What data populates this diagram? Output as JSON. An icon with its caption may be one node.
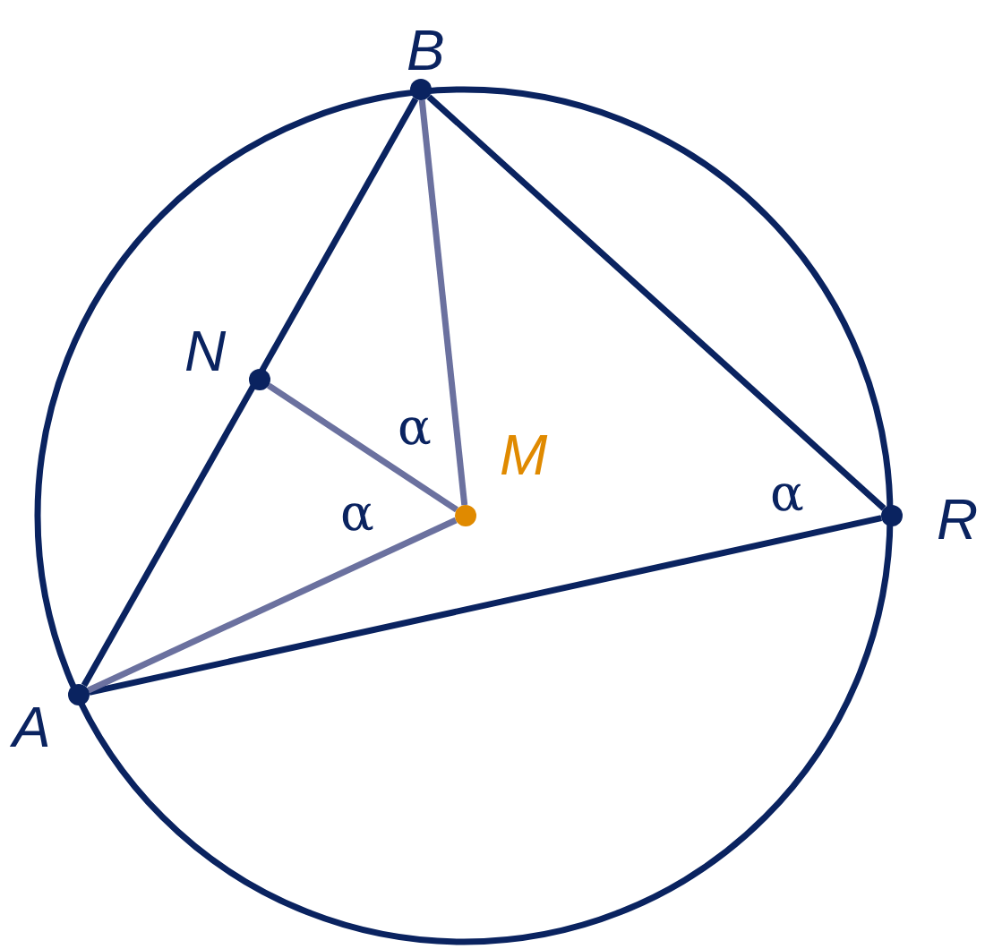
{
  "diagram": {
    "nodes": [
      {
        "text": [],
        "shape": "circle",
        "beside": [
          "B"
        ]
      },
      {
        "text": [],
        "shape": "circle",
        "beside": [
          "N"
        ]
      },
      {
        "text": [],
        "shape": "circle",
        "beside": [
          "M"
        ]
      },
      {
        "text": [],
        "shape": "circle",
        "beside": [
          "R"
        ]
      },
      {
        "text": [],
        "shape": "circle",
        "beside": [
          "A"
        ]
      }
    ],
    "edges": [
      {
        "from": 4,
        "to": 0,
        "arrow": "none"
      },
      {
        "from": 0,
        "to": 3,
        "arrow": "none"
      },
      {
        "from": 4,
        "to": 3,
        "arrow": "none"
      },
      {
        "from": 0,
        "to": 2,
        "arrow": "none",
        "color": "#6b719f"
      },
      {
        "from": 1,
        "to": 2,
        "arrow": "none",
        "color": "#6b719f"
      },
      {
        "from": 4,
        "to": 2,
        "arrow": "none",
        "color": "#6b719f"
      }
    ],
    "labels": [
      "α",
      "α",
      "α"
    ]
  }
}
